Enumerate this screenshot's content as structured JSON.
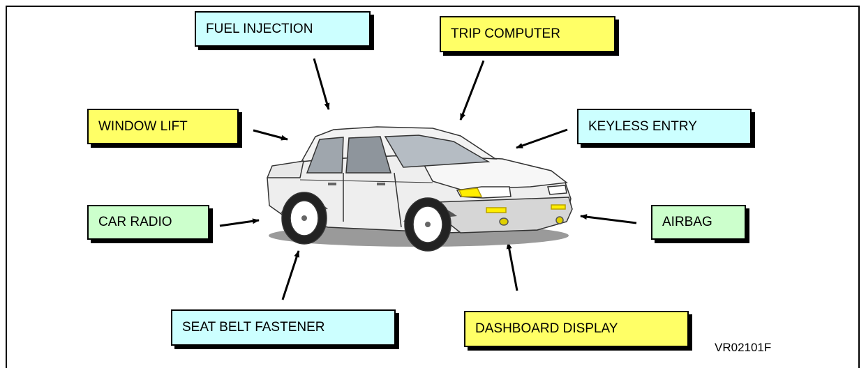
{
  "labels": {
    "fuel_injection": "FUEL INJECTION",
    "trip_computer": "TRIP COMPUTER",
    "window_lift": "WINDOW LIFT",
    "keyless_entry": "KEYLESS ENTRY",
    "car_radio": "CAR RADIO",
    "airbag": "AIRBAG",
    "seat_belt_fastener": "SEAT BELT FASTENER",
    "dashboard_display": "DASHBOARD DISPLAY"
  },
  "figure_code": "VR02101F",
  "colors": {
    "cyan_box": "#ccffff",
    "yellow_box": "#ffff66",
    "green_box": "#ccffcc",
    "car_body": "#f4f4f4",
    "headlight": "#ffee00"
  },
  "icons": {
    "car": "car-illustration"
  }
}
